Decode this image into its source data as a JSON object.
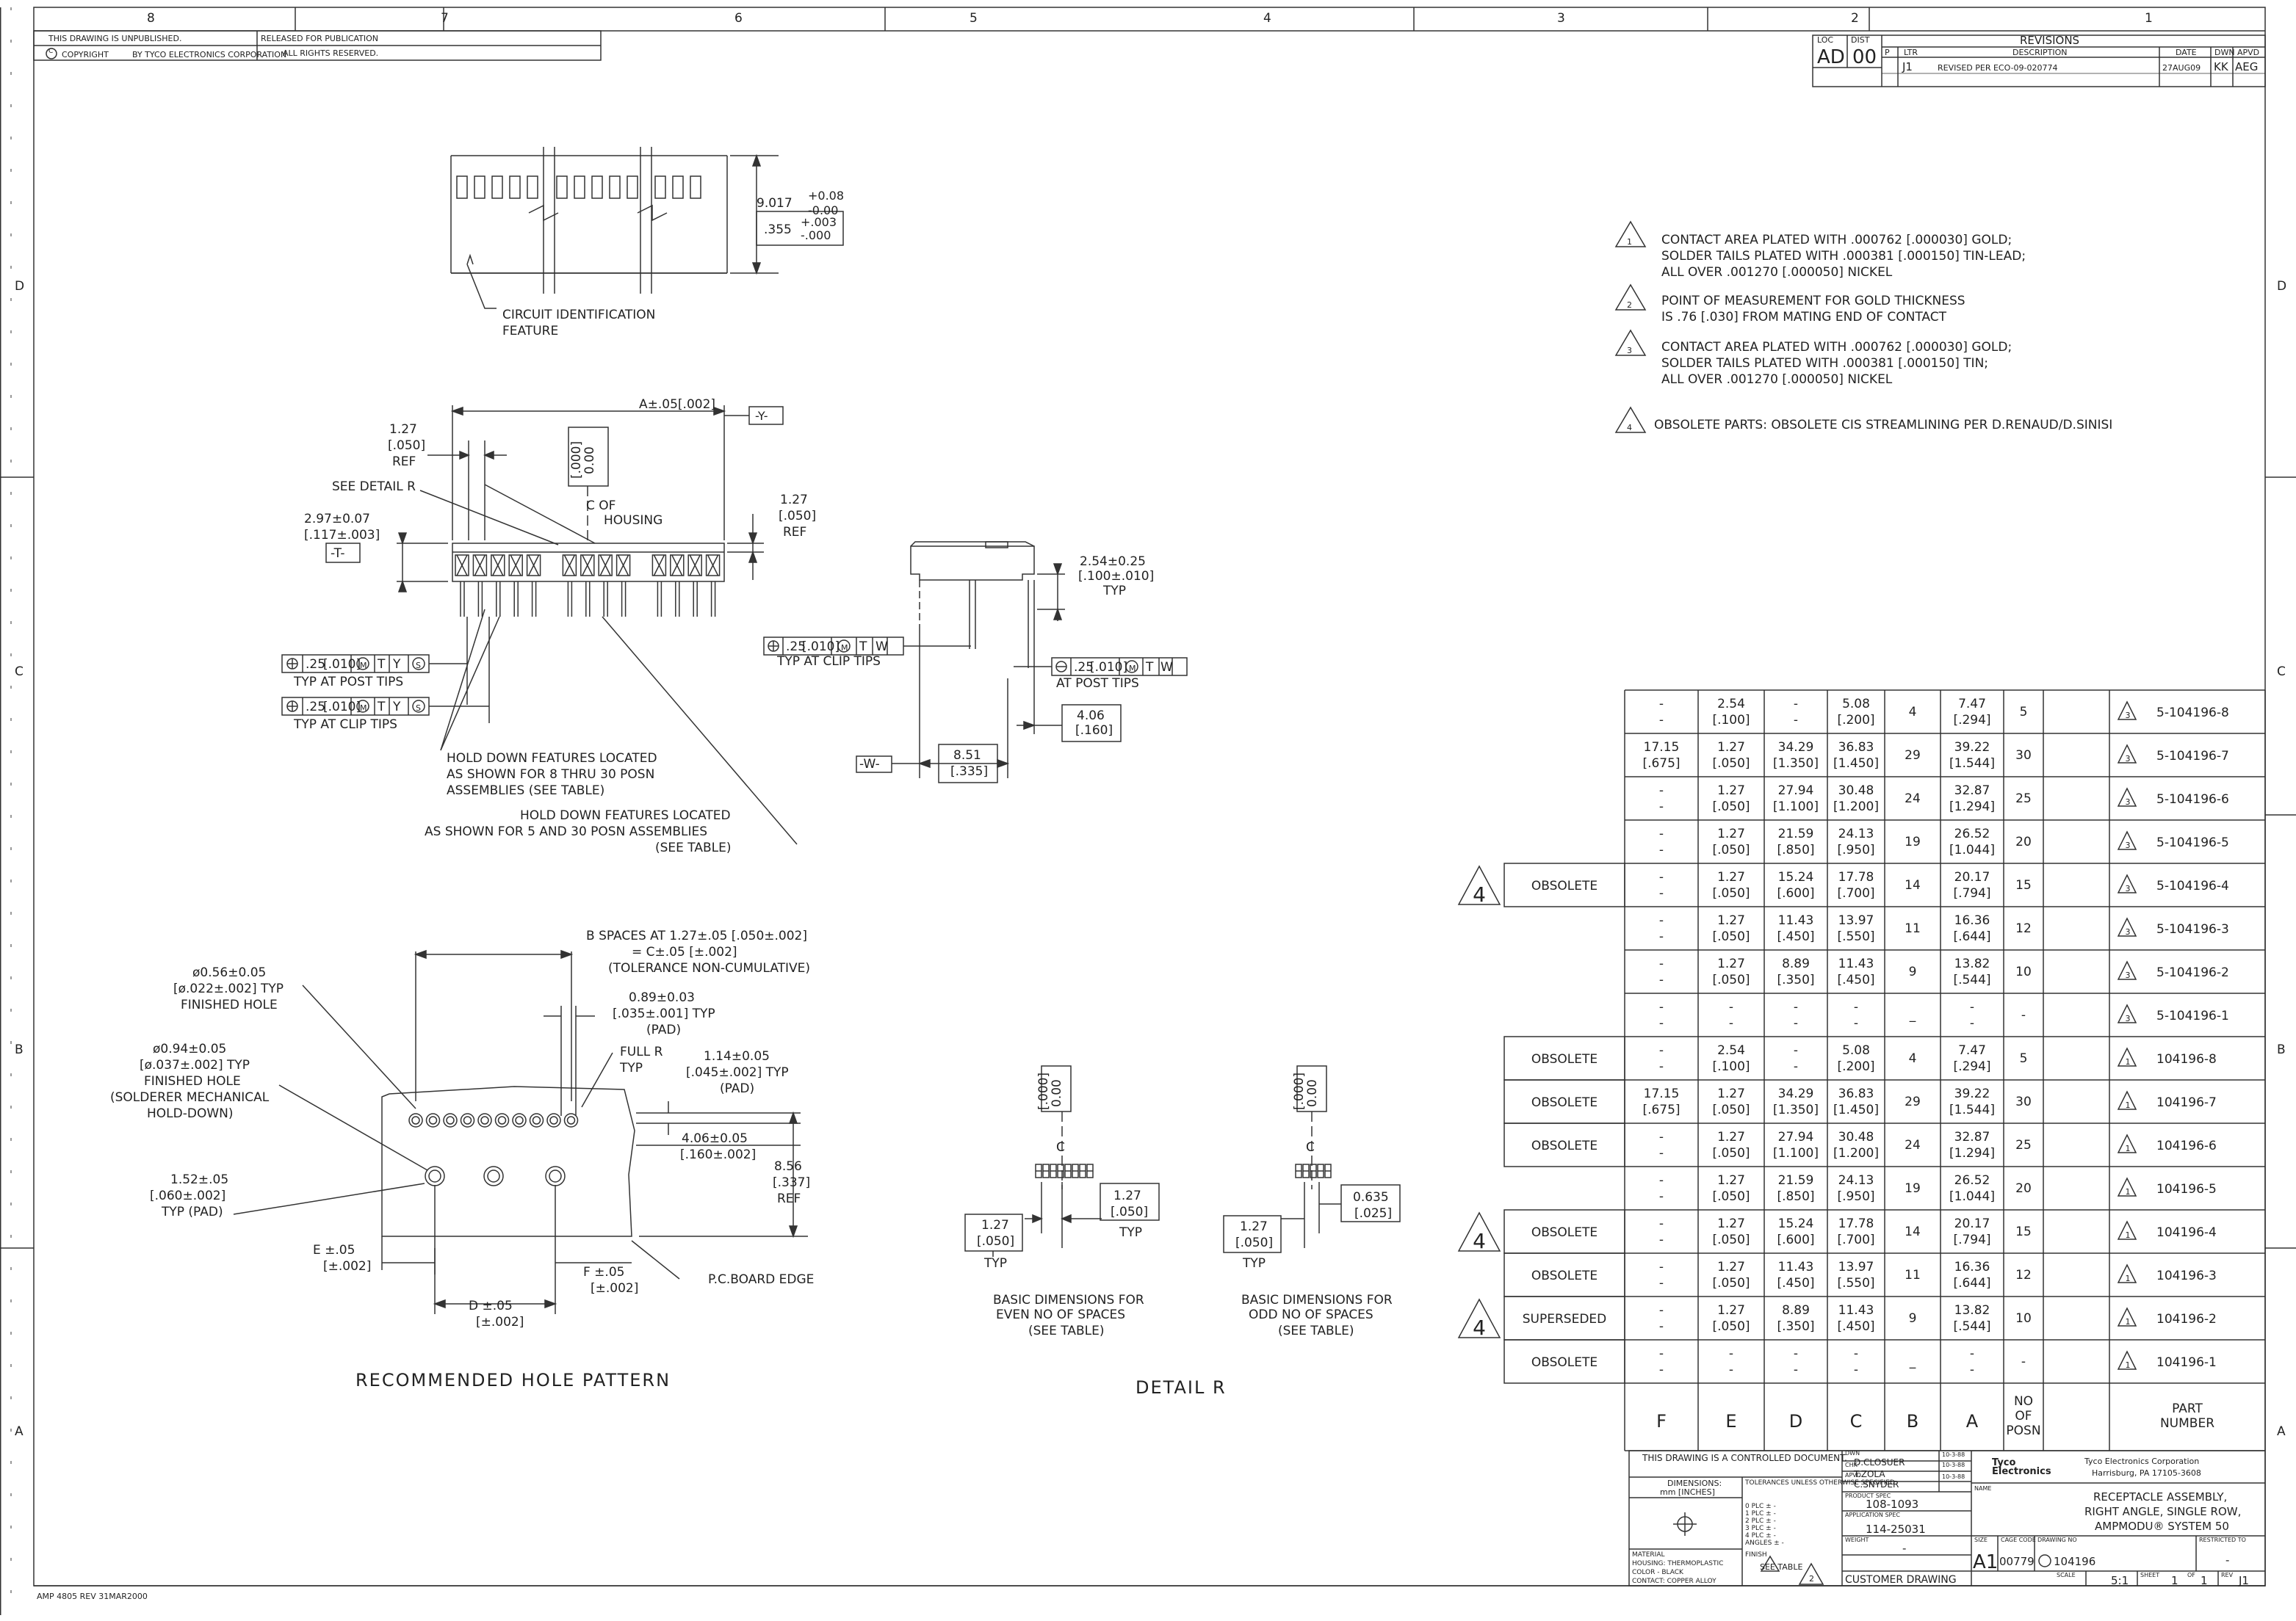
{
  "frame": {
    "top_zones": [
      "8",
      "7",
      "6",
      "5",
      "4",
      "3",
      "2",
      "1"
    ],
    "side_zones": [
      "D",
      "C",
      "B",
      "A"
    ],
    "unpublished": "THIS DRAWING IS UNPUBLISHED.",
    "released": "RELEASED FOR PUBLICATION",
    "copyright": "COPYRIGHT",
    "copyright_by": "BY TYCO ELECTRONICS CORPORATION",
    "rights": "ALL RIGHTS RESERVED.",
    "form_no": "AMP 4805 REV 31MAR2000"
  },
  "revisions": {
    "title": "REVISIONS",
    "loc_label": "LOC",
    "dist_label": "DIST",
    "loc": "AD",
    "dist": "00",
    "headers": [
      "P",
      "LTR",
      "DESCRIPTION",
      "DATE",
      "DWN",
      "APVD"
    ],
    "row": {
      "ltr": "J1",
      "desc": "REVISED PER ECO-09-020774",
      "date": "27AUG09",
      "dwn": "KK",
      "apvd": "AEG"
    }
  },
  "notes": [
    {
      "num": "1",
      "lines": [
        "CONTACT AREA PLATED WITH .000762 [.000030] GOLD;",
        "SOLDER TAILS PLATED WITH .000381 [.000150] TIN-LEAD;",
        "ALL OVER .001270 [.000050] NICKEL"
      ]
    },
    {
      "num": "2",
      "lines": [
        "POINT OF MEASUREMENT FOR GOLD THICKNESS",
        "IS .76 [.030] FROM MATING END OF CONTACT"
      ]
    },
    {
      "num": "3",
      "lines": [
        "CONTACT AREA PLATED WITH .000762 [.000030] GOLD;",
        "SOLDER TAILS PLATED WITH .000381 [.000150] TIN;",
        "ALL OVER .001270 [.000050] NICKEL"
      ]
    },
    {
      "num": "4",
      "lines": [
        "OBSOLETE PARTS: OBSOLETE CIS STREAMLINING PER D.RENAUD/D.SINISI"
      ]
    }
  ],
  "top_view": {
    "dim1": "9.017",
    "tol1a": "+0.08",
    "tol1b": "-0.00",
    "dim2": ".355",
    "tol2a": "+.003",
    "tol2b": "-.000",
    "callout1": "CIRCUIT IDENTIFICATION",
    "callout2": "FEATURE"
  },
  "front_view": {
    "a_dim": "A±.05[.002]",
    "datum_y": "-Y-",
    "d127a": "1.27",
    "d127b": "[.050]",
    "d127c": "REF",
    "see_detail": "SEE DETAIL R",
    "zero_a": "0.00",
    "zero_b": "[.000]",
    "cl_of": "C OF",
    "housing": "HOUSING",
    "d297a": "2.97±0.07",
    "d297b": "[.117±.003]",
    "datum_t": "-T-",
    "r127a": "1.27",
    "r127b": "[.050]",
    "r127c": "REF",
    "fcf1": [
      ".25",
      "[.010]",
      "M",
      "T",
      "Y",
      "S"
    ],
    "fcf1_note": "TYP AT POST TIPS",
    "fcf2": [
      ".25",
      "[.010]",
      "M",
      "T",
      "Y",
      "S"
    ],
    "fcf2_note": "TYP AT CLIP TIPS",
    "hold1": [
      "HOLD DOWN FEATURES LOCATED",
      "AS SHOWN FOR 8 THRU 30 POSN",
      "ASSEMBLIES (SEE TABLE)"
    ],
    "hold2": [
      "HOLD DOWN FEATURES LOCATED",
      "AS SHOWN FOR 5 AND 30 POSN ASSEMBLIES",
      "(SEE TABLE)"
    ]
  },
  "side_view": {
    "d254a": "2.54±0.25",
    "d254b": "[.100±.010]",
    "d254c": "TYP",
    "fcf3": [
      ".25",
      "[.010]",
      "M",
      "T",
      "W"
    ],
    "fcf3_note": "TYP AT CLIP TIPS",
    "fcf4": [
      ".25",
      "[.010]",
      "M",
      "T",
      "W"
    ],
    "fcf4_note": "AT POST TIPS",
    "d406a": "4.06",
    "d406b": "[.160]",
    "datum_w": "-W-",
    "d851a": "8.51",
    "d851b": "[.335]"
  },
  "hole_pattern": {
    "title": "RECOMMENDED HOLE PATTERN",
    "b_spaces": [
      "B SPACES AT 1.27±.05 [.050±.002]",
      "= C±.05 [±.002]",
      "(TOLERANCE NON-CUMULATIVE)"
    ],
    "h056": [
      "ø0.56±0.05",
      "[ø.022±.002] TYP",
      "FINISHED HOLE"
    ],
    "d089": [
      "0.89±0.03",
      "[.035±.001] TYP",
      "(PAD)"
    ],
    "h094": [
      "ø0.94±0.05",
      "[ø.037±.002] TYP",
      "FINISHED HOLE",
      "(SOLDERER MECHANICAL",
      "HOLD-DOWN)"
    ],
    "full_r": [
      "FULL R",
      "TYP"
    ],
    "d114": [
      "1.14±0.05",
      "[.045±.002] TYP",
      "(PAD)"
    ],
    "d406": [
      "4.06±0.05",
      "[.160±.002]"
    ],
    "d856": [
      "8.56",
      "[.337]",
      "REF"
    ],
    "d152": [
      "1.52±.05",
      "[.060±.002]",
      "TYP (PAD)"
    ],
    "e_dim": [
      "E ±.05",
      "[±.002]"
    ],
    "f_dim": [
      "F ±.05",
      "[±.002]"
    ],
    "d_dim": [
      "D ±.05",
      "[±.002]"
    ],
    "pcb_edge": "P.C.BOARD EDGE"
  },
  "detail_r": {
    "title": "DETAIL R",
    "zero_a": "0.00",
    "zero_b": "[.000]",
    "even_typ_a": "1.27",
    "even_typ_b": "[.050]",
    "even_typ_c": "TYP",
    "even_left_a": "1.27",
    "even_left_b": "[.050]",
    "even_left_c": "TYP",
    "even_note": [
      "BASIC DIMENSIONS FOR",
      "EVEN NO OF SPACES",
      "(SEE TABLE)"
    ],
    "odd_a": "0.635",
    "odd_b": "[.025]",
    "odd_left_a": "1.27",
    "odd_left_b": "[.050]",
    "odd_left_c": "TYP",
    "odd_note": [
      "BASIC DIMENSIONS FOR",
      "ODD NO OF SPACES",
      "(SEE TABLE)"
    ]
  },
  "table": {
    "headers": [
      "F",
      "E",
      "D",
      "C",
      "B",
      "A",
      "NO OF POSN",
      "PART NUMBER"
    ],
    "rows": [
      {
        "status": "",
        "flag": "",
        "F": [
          "-",
          "-"
        ],
        "E": [
          "2.54",
          "[.100]"
        ],
        "D": [
          "-",
          "-"
        ],
        "C": [
          "5.08",
          "[.200]"
        ],
        "B": "4",
        "A": [
          "7.47",
          "[.294]"
        ],
        "posn": "5",
        "note": "3",
        "part": "5-104196-8"
      },
      {
        "status": "",
        "flag": "",
        "F": [
          "17.15",
          "[.675]"
        ],
        "E": [
          "1.27",
          "[.050]"
        ],
        "D": [
          "34.29",
          "[1.350]"
        ],
        "C": [
          "36.83",
          "[1.450]"
        ],
        "B": "29",
        "A": [
          "39.22",
          "[1.544]"
        ],
        "posn": "30",
        "note": "3",
        "part": "5-104196-7"
      },
      {
        "status": "",
        "flag": "",
        "F": [
          "-",
          "-"
        ],
        "E": [
          "1.27",
          "[.050]"
        ],
        "D": [
          "27.94",
          "[1.100]"
        ],
        "C": [
          "30.48",
          "[1.200]"
        ],
        "B": "24",
        "A": [
          "32.87",
          "[1.294]"
        ],
        "posn": "25",
        "note": "3",
        "part": "5-104196-6"
      },
      {
        "status": "",
        "flag": "",
        "F": [
          "-",
          "-"
        ],
        "E": [
          "1.27",
          "[.050]"
        ],
        "D": [
          "21.59",
          "[.850]"
        ],
        "C": [
          "24.13",
          "[.950]"
        ],
        "B": "19",
        "A": [
          "26.52",
          "[1.044]"
        ],
        "posn": "20",
        "note": "3",
        "part": "5-104196-5"
      },
      {
        "status": "OBSOLETE",
        "flag": "4",
        "F": [
          "-",
          "-"
        ],
        "E": [
          "1.27",
          "[.050]"
        ],
        "D": [
          "15.24",
          "[.600]"
        ],
        "C": [
          "17.78",
          "[.700]"
        ],
        "B": "14",
        "A": [
          "20.17",
          "[.794]"
        ],
        "posn": "15",
        "note": "3",
        "part": "5-104196-4"
      },
      {
        "status": "",
        "flag": "",
        "F": [
          "-",
          "-"
        ],
        "E": [
          "1.27",
          "[.050]"
        ],
        "D": [
          "11.43",
          "[.450]"
        ],
        "C": [
          "13.97",
          "[.550]"
        ],
        "B": "11",
        "A": [
          "16.36",
          "[.644]"
        ],
        "posn": "12",
        "note": "3",
        "part": "5-104196-3"
      },
      {
        "status": "",
        "flag": "",
        "F": [
          "-",
          "-"
        ],
        "E": [
          "1.27",
          "[.050]"
        ],
        "D": [
          "8.89",
          "[.350]"
        ],
        "C": [
          "11.43",
          "[.450]"
        ],
        "B": "9",
        "A": [
          "13.82",
          "[.544]"
        ],
        "posn": "10",
        "note": "3",
        "part": "5-104196-2"
      },
      {
        "status": "",
        "flag": "",
        "F": [
          "-",
          "-"
        ],
        "E": [
          "-",
          "-"
        ],
        "D": [
          "-",
          "-"
        ],
        "C": [
          "-",
          "-"
        ],
        "B": "_",
        "A": [
          "-",
          "-"
        ],
        "posn": "-",
        "note": "3",
        "part": "5-104196-1"
      },
      {
        "status": "OBSOLETE",
        "flag": "",
        "F": [
          "-",
          "-"
        ],
        "E": [
          "2.54",
          "[.100]"
        ],
        "D": [
          "-",
          "-"
        ],
        "C": [
          "5.08",
          "[.200]"
        ],
        "B": "4",
        "A": [
          "7.47",
          "[.294]"
        ],
        "posn": "5",
        "note": "1",
        "part": "104196-8"
      },
      {
        "status": "OBSOLETE",
        "flag": "",
        "F": [
          "17.15",
          "[.675]"
        ],
        "E": [
          "1.27",
          "[.050]"
        ],
        "D": [
          "34.29",
          "[1.350]"
        ],
        "C": [
          "36.83",
          "[1.450]"
        ],
        "B": "29",
        "A": [
          "39.22",
          "[1.544]"
        ],
        "posn": "30",
        "note": "1",
        "part": "104196-7"
      },
      {
        "status": "OBSOLETE",
        "flag": "",
        "F": [
          "-",
          "-"
        ],
        "E": [
          "1.27",
          "[.050]"
        ],
        "D": [
          "27.94",
          "[1.100]"
        ],
        "C": [
          "30.48",
          "[1.200]"
        ],
        "B": "24",
        "A": [
          "32.87",
          "[1.294]"
        ],
        "posn": "25",
        "note": "1",
        "part": "104196-6"
      },
      {
        "status": "",
        "flag": "",
        "F": [
          "-",
          "-"
        ],
        "E": [
          "1.27",
          "[.050]"
        ],
        "D": [
          "21.59",
          "[.850]"
        ],
        "C": [
          "24.13",
          "[.950]"
        ],
        "B": "19",
        "A": [
          "26.52",
          "[1.044]"
        ],
        "posn": "20",
        "note": "1",
        "part": "104196-5"
      },
      {
        "status": "OBSOLETE",
        "flag": "4",
        "F": [
          "-",
          "-"
        ],
        "E": [
          "1.27",
          "[.050]"
        ],
        "D": [
          "15.24",
          "[.600]"
        ],
        "C": [
          "17.78",
          "[.700]"
        ],
        "B": "14",
        "A": [
          "20.17",
          "[.794]"
        ],
        "posn": "15",
        "note": "1",
        "part": "104196-4"
      },
      {
        "status": "OBSOLETE",
        "flag": "",
        "F": [
          "-",
          "-"
        ],
        "E": [
          "1.27",
          "[.050]"
        ],
        "D": [
          "11.43",
          "[.450]"
        ],
        "C": [
          "13.97",
          "[.550]"
        ],
        "B": "11",
        "A": [
          "16.36",
          "[.644]"
        ],
        "posn": "12",
        "note": "1",
        "part": "104196-3"
      },
      {
        "status": "SUPERSEDED",
        "flag": "4",
        "F": [
          "-",
          "-"
        ],
        "E": [
          "1.27",
          "[.050]"
        ],
        "D": [
          "8.89",
          "[.350]"
        ],
        "C": [
          "11.43",
          "[.450]"
        ],
        "B": "9",
        "A": [
          "13.82",
          "[.544]"
        ],
        "posn": "10",
        "note": "1",
        "part": "104196-2"
      },
      {
        "status": "OBSOLETE",
        "flag": "",
        "F": [
          "-",
          "-"
        ],
        "E": [
          "-",
          "-"
        ],
        "D": [
          "-",
          "-"
        ],
        "C": [
          "-",
          "-"
        ],
        "B": "_",
        "A": [
          "-",
          "-"
        ],
        "posn": "-",
        "note": "1",
        "part": "104196-1"
      }
    ]
  },
  "title_block": {
    "controlled": "THIS DRAWING IS A CONTROLLED DOCUMENT.",
    "dimensions": "DIMENSIONS:",
    "units": "mm [INCHES]",
    "tolerances": "TOLERANCES UNLESS OTHERWISE SPECIFIED:",
    "tol_rows": [
      "0 PLC ±  -",
      "1 PLC ±  -",
      "2 PLC ±  -",
      "3 PLC ±  -",
      "4 PLC ±  -",
      "ANGLES ±  -"
    ],
    "material_lines": [
      "MATERIAL",
      "HOUSING: THERMOPLASTIC",
      "COLOR - BLACK",
      "CONTACT: COPPER ALLOY"
    ],
    "finish": "FINISH",
    "see_table": "SEE TABLE",
    "finish_note": "2",
    "dwn_label": "DWN",
    "dwn": "D.CLOSUER",
    "dwn_date": "10-3-88",
    "chk_label": "CHK",
    "chk": "T.ZOLA",
    "chk_date": "10-3-88",
    "apvd_label": "APVD",
    "apvd": "C.SNYDER",
    "apvd_date": "10-3-88",
    "product_spec_label": "PRODUCT SPEC",
    "product_spec": "108-1093",
    "app_spec_label": "APPLICATION SPEC",
    "app_spec": "114-25031",
    "weight_label": "WEIGHT",
    "weight": "-",
    "customer": "CUSTOMER DRAWING",
    "company1": "Tyco",
    "company2": "Electronics",
    "company_name": "Tyco Electronics Corporation",
    "company_addr": "Harrisburg, PA 17105-3608",
    "name_label": "NAME",
    "title_lines": [
      "RECEPTACLE ASSEMBLY,",
      "RIGHT ANGLE, SINGLE ROW,",
      "AMPMODU® SYSTEM 50"
    ],
    "size_label": "SIZE",
    "size": "A1",
    "cage_label": "CAGE CODE",
    "cage": "00779",
    "dwg_label": "DRAWING NO",
    "dwg": "104196",
    "restricted_label": "RESTRICTED TO",
    "restricted": "-",
    "scale_label": "SCALE",
    "scale": "5:1",
    "sheet_label": "SHEET",
    "sheet": "1",
    "of_label": "OF",
    "of": "1",
    "rev_label": "REV",
    "rev": "J1"
  }
}
